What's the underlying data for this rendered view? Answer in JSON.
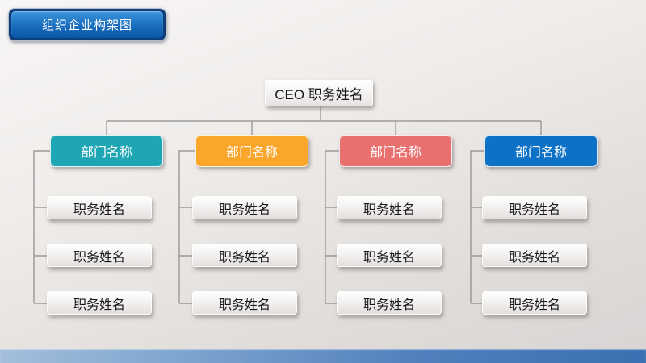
{
  "slide": {
    "title_badge": {
      "label": "组织企业构架图"
    },
    "org_chart": {
      "root": {
        "label": "CEO 职务姓名"
      },
      "departments": [
        {
          "label": "部门名称",
          "color": "#1FA6B5",
          "positions": [
            "职务姓名",
            "职务姓名",
            "职务姓名"
          ]
        },
        {
          "label": "部门名称",
          "color": "#FAA62B",
          "positions": [
            "职务姓名",
            "职务姓名",
            "职务姓名"
          ]
        },
        {
          "label": "部门名称",
          "color": "#E87170",
          "positions": [
            "职务姓名",
            "职务姓名",
            "职务姓名"
          ]
        },
        {
          "label": "部门名称",
          "color": "#0D72C6",
          "positions": [
            "职务姓名",
            "职务姓名",
            "职务姓名"
          ]
        }
      ]
    },
    "colors": {
      "badge_outline": "#0D3D7A",
      "badge_gradient_top": "#3D95DB",
      "badge_gradient_bottom": "#0A57A7",
      "connector": "#8B8B8B",
      "footer_left": "#A3BEDC",
      "footer_right": "#3A70B1",
      "background_top": "#F8F6F5",
      "background_bottom": "#D8D4D3"
    }
  }
}
